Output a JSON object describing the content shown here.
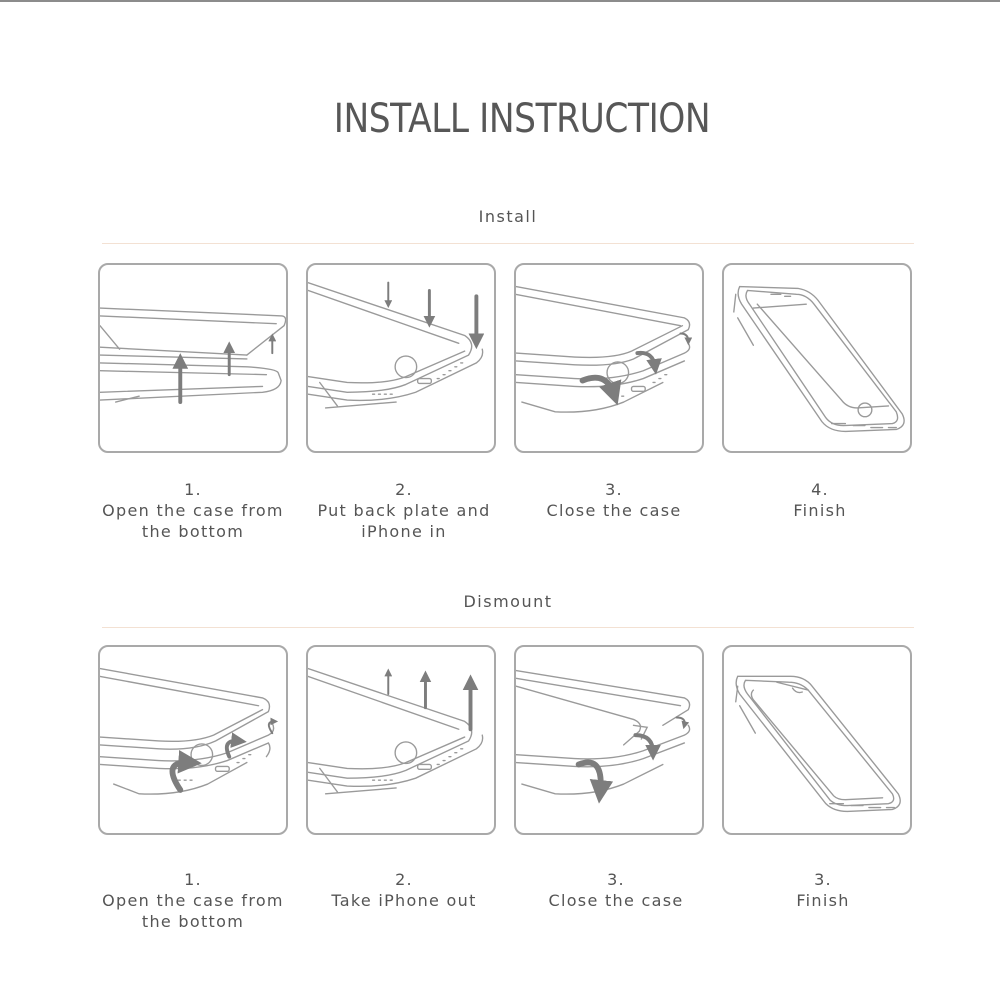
{
  "title": "INSTALL INSTRUCTION",
  "sections": [
    {
      "title": "Install",
      "steps": [
        {
          "number": "1.",
          "text": "Open the case from the bottom",
          "icon": "open-case-from-bottom-illustration"
        },
        {
          "number": "2.",
          "text": "Put back plate and iPhone in",
          "icon": "insert-phone-illustration"
        },
        {
          "number": "3.",
          "text": "Close the case",
          "icon": "close-case-illustration"
        },
        {
          "number": "4.",
          "text": "Finish",
          "icon": "finished-phone-illustration"
        }
      ]
    },
    {
      "title": "Dismount",
      "steps": [
        {
          "number": "1.",
          "text": "Open the case from the bottom",
          "icon": "open-case-from-bottom-illustration"
        },
        {
          "number": "2.",
          "text": "Take iPhone out",
          "icon": "remove-phone-illustration"
        },
        {
          "number": "3.",
          "text": "Close the case",
          "icon": "close-case-illustration"
        },
        {
          "number": "3.",
          "text": "Finish",
          "icon": "empty-case-illustration"
        }
      ]
    }
  ],
  "colors": {
    "line": "#9a9a9a",
    "arrow": "#7d7d7d",
    "border": "#a9a9a9",
    "rule": "#f3e1d3"
  }
}
